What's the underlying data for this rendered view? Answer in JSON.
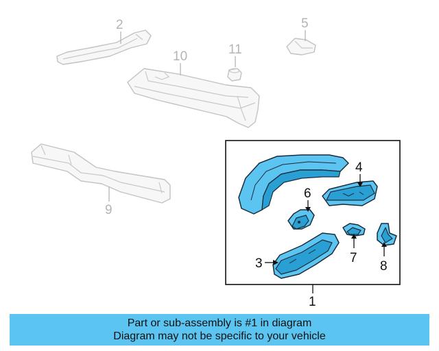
{
  "diagram": {
    "callouts": {
      "c1": "1",
      "c2": "2",
      "c3": "3",
      "c4": "4",
      "c5": "5",
      "c6": "6",
      "c7": "7",
      "c8": "8",
      "c9": "9",
      "c10": "10",
      "c11": "11"
    },
    "colors": {
      "highlight": "#5bc4f0",
      "ghost_outline": "#c2c2c2",
      "ghost_label": "#b4b4b4",
      "banner": "#5bc4f0"
    }
  },
  "banner": {
    "line1": "Part or sub-assembly is #1 in diagram",
    "line2": "Diagram may not be specific to your vehicle"
  }
}
